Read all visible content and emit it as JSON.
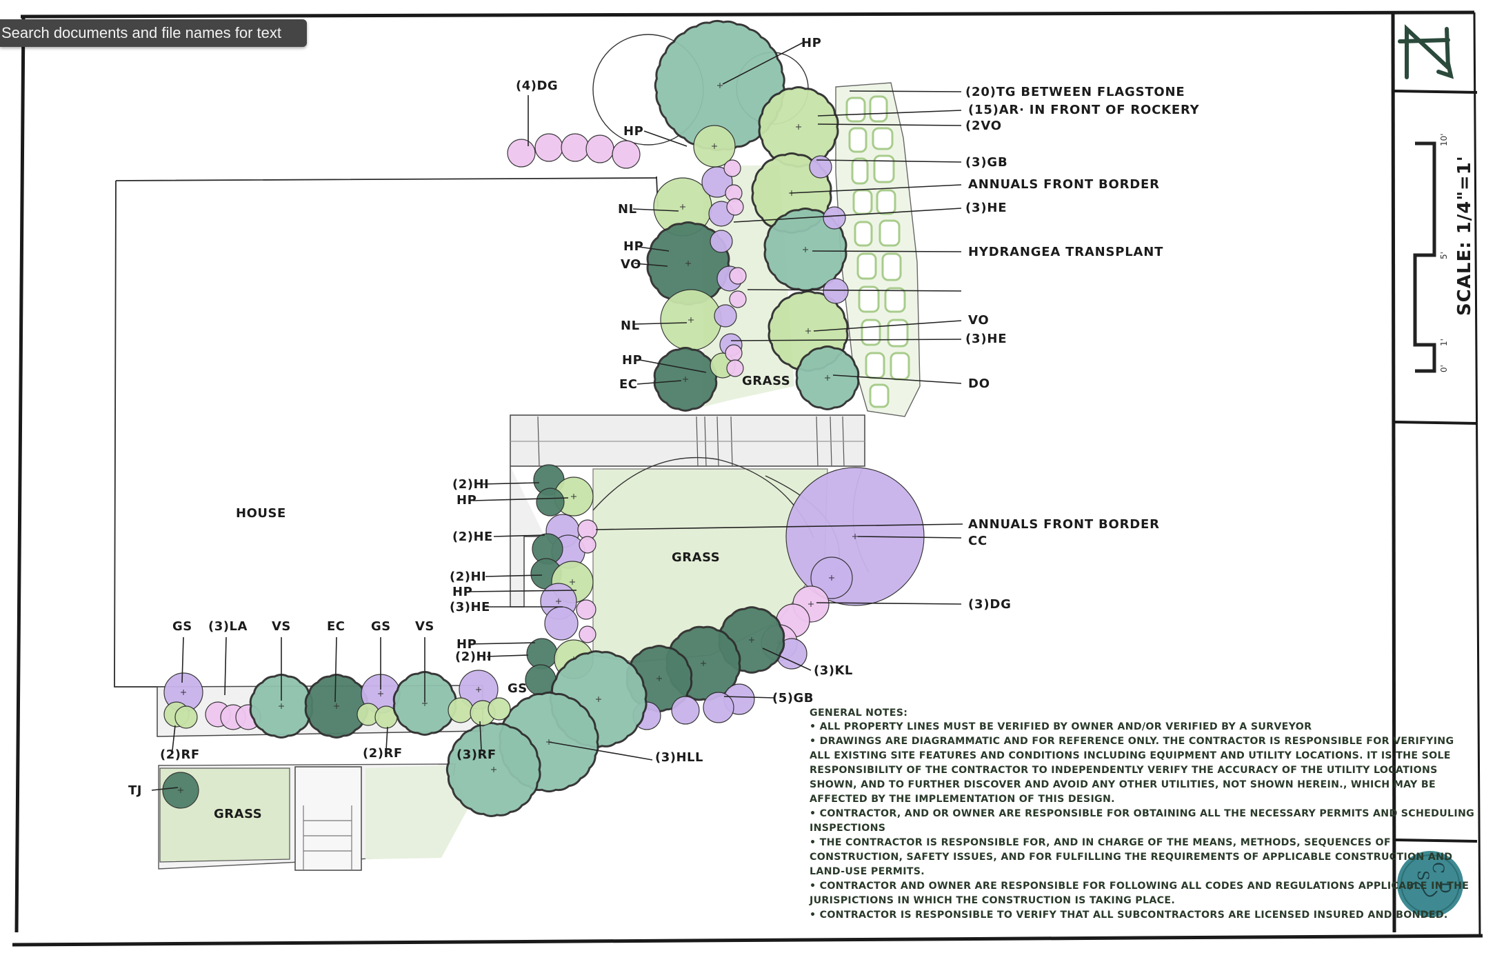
{
  "tooltip": {
    "text": "Search documents and file names for text"
  },
  "colors": {
    "dark_green": "#4f7f6a",
    "mid_green": "#8fc2ad",
    "light_green": "#c7e3a8",
    "lavender": "#c9b3ec",
    "pink": "#efc6f0",
    "grass": "#e4efd8",
    "paving": "#efefef"
  },
  "labels": {
    "dg4": "(4)DG",
    "hp_top": "HP",
    "hp_a": "HP",
    "nl_a": "NL",
    "hp_b": "HP",
    "vo_a": "VO",
    "nl_b": "NL",
    "hp_c": "HP",
    "ec_a": "EC",
    "grass_top": "GRASS",
    "tg": "(20)TG   BETWEEN FLAGSTONE",
    "ar": "(15)AR·  IN FRONT OF ROCKERY",
    "vo2": "(2VO",
    "gb3": "(3)GB",
    "annuals1": "ANNUALS FRONT BORDER",
    "he3a": "(3)HE",
    "hydrangea": "HYDRANGEA TRANSPLANT",
    "vo_r": "VO",
    "he3b": "(3)HE",
    "do": "DO",
    "house": "HOUSE",
    "hi2a": "(2)HI",
    "hp_d": "HP",
    "he2": "(2)HE",
    "hi2b": "(2)HI",
    "hp_e": "HP",
    "he3c": "(3)HE",
    "hp_f": "HP",
    "hi2c": "(2)HI",
    "gs_small": "GS",
    "grass_mid": "GRASS",
    "annuals2": "ANNUALS FRONT BORDER",
    "cc": "CC",
    "dg3": "(3)DG",
    "kl3": "(3)KL",
    "gb5": "(5)GB",
    "hll3": "(3)HLL",
    "rf3": "(3)RF",
    "gs1": "GS",
    "la3": "(3)LA",
    "vs1": "VS",
    "ec_b": "EC",
    "gs2": "GS",
    "vs2": "VS",
    "rf2a": "(2)RF",
    "rf2b": "(2)RF",
    "tj": "TJ",
    "grass_low": "GRASS"
  },
  "title_block": {
    "scale": "SCALE: 1/4\"=1'",
    "tick_0": "0'",
    "tick_1": "1'",
    "tick_5": "5'",
    "tick_10": "10'",
    "logo_letters": "SCD"
  },
  "notes": {
    "heading": "GENERAL NOTES:",
    "lines": [
      "• ALL PROPERTY LINES MUST BE VERIFIED BY OWNER AND/OR VERIFIED BY A SURVEYOR",
      "• DRAWINGS ARE DIAGRAMMATIC AND FOR REFERENCE ONLY. THE CONTRACTOR IS RESPONSIBLE FOR VERIFYING",
      "ALL EXISTING SITE FEATURES AND CONDITIONS INCLUDING EQUIPMENT AND UTILITY LOCATIONS. IT IS THE SOLE",
      "RESPONSIBILITY OF THE CONTRACTOR TO INDEPENDENTLY VERIFY THE ACCURACY OF THE UTILITY LOCATIONS",
      "SHOWN, AND TO FURTHER DISCOVER AND AVOID ANY OTHER UTILITIES, NOT SHOWN HEREIN., WHICH MAY BE",
      "AFFECTED BY THE IMPLEMENTATION OF THIS DESIGN.",
      "• CONTRACTOR, AND OR OWNER ARE RESPONSIBLE FOR OBTAINING ALL THE NECESSARY PERMITS AND SCHEDULING",
      "INSPECTIONS",
      "• THE CONTRACTOR IS RESPONSIBLE FOR, AND IN CHARGE OF THE MEANS, METHODS, SEQUENCES OF",
      "CONSTRUCTION, SAFETY ISSUES, AND FOR FULFILLING THE REQUIREMENTS OF APPLICABLE CONSTRUCTION AND",
      "LAND-USE PERMITS.",
      "• CONTRACTOR AND OWNER ARE RESPONSIBLE FOR FOLLOWING ALL CODES AND REGULATIONS APPLICABLE IN THE",
      "JURISPICTIONS IN WHICH THE CONSTRUCTION IS TAKING PLACE.",
      "• CONTRACTOR IS RESPONSIBLE TO VERIFY THAT ALL    SUBCONTRACTORS ARE LICENSED INSURED AND BONDED."
    ]
  }
}
